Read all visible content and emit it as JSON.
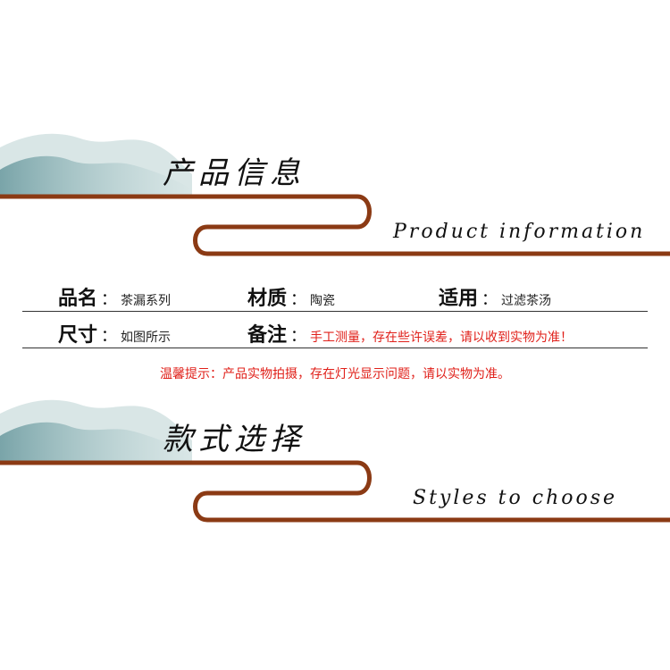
{
  "sections": {
    "product_info": {
      "title_cn": "产品信息",
      "title_en": "Product information"
    },
    "styles": {
      "title_cn": "款式选择",
      "title_en": "Styles to choose"
    }
  },
  "details": {
    "row1": [
      {
        "label": "品名",
        "value": "茶漏系列"
      },
      {
        "label": "材质",
        "value": "陶瓷"
      },
      {
        "label": "适用",
        "value": "过滤茶汤"
      }
    ],
    "row2": [
      {
        "label": "尺寸",
        "value": "如图所示"
      },
      {
        "label": "备注",
        "value": "手工测量，存在些许误差，请以收到实物为准！"
      }
    ],
    "colon": "："
  },
  "notice": "温馨提示：产品实物拍摄，存在灯光显示问题，请以实物为准。",
  "colors": {
    "accent_brown": "#8b3a14",
    "mountain": "#7fa9ad",
    "notice_red": "#e0201a"
  }
}
